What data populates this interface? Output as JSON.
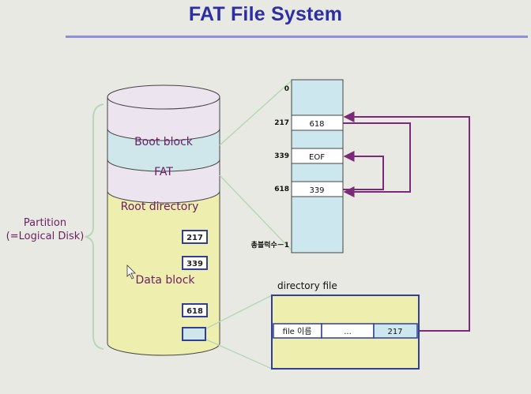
{
  "title": "FAT File System",
  "disk": {
    "partition_line1": "Partition",
    "partition_line2": "(=Logical Disk)",
    "sections": {
      "boot": "Boot block",
      "fat": "FAT",
      "root": "Root directory",
      "data": "Data block"
    },
    "data_blocks": [
      "217",
      "339",
      "618",
      ""
    ]
  },
  "fat_table": {
    "index_labels": [
      "0",
      "217",
      "339",
      "618",
      "총블럭수－1"
    ],
    "entries": [
      {
        "index": "217",
        "value": "618"
      },
      {
        "index": "339",
        "value": "EOF"
      },
      {
        "index": "618",
        "value": "339"
      }
    ]
  },
  "directory_file": {
    "caption": "directory file",
    "cells": [
      "file 이름",
      "...",
      "217"
    ]
  },
  "colors": {
    "title": "#2b2fa3",
    "purple_arrow": "#7a2a78",
    "boot_section": "#ece4ee",
    "fat_section": "#cfe6ea",
    "data_section": "#eeeeae",
    "table_fill": "#cde7ee",
    "box_border": "#2f3f9a"
  }
}
